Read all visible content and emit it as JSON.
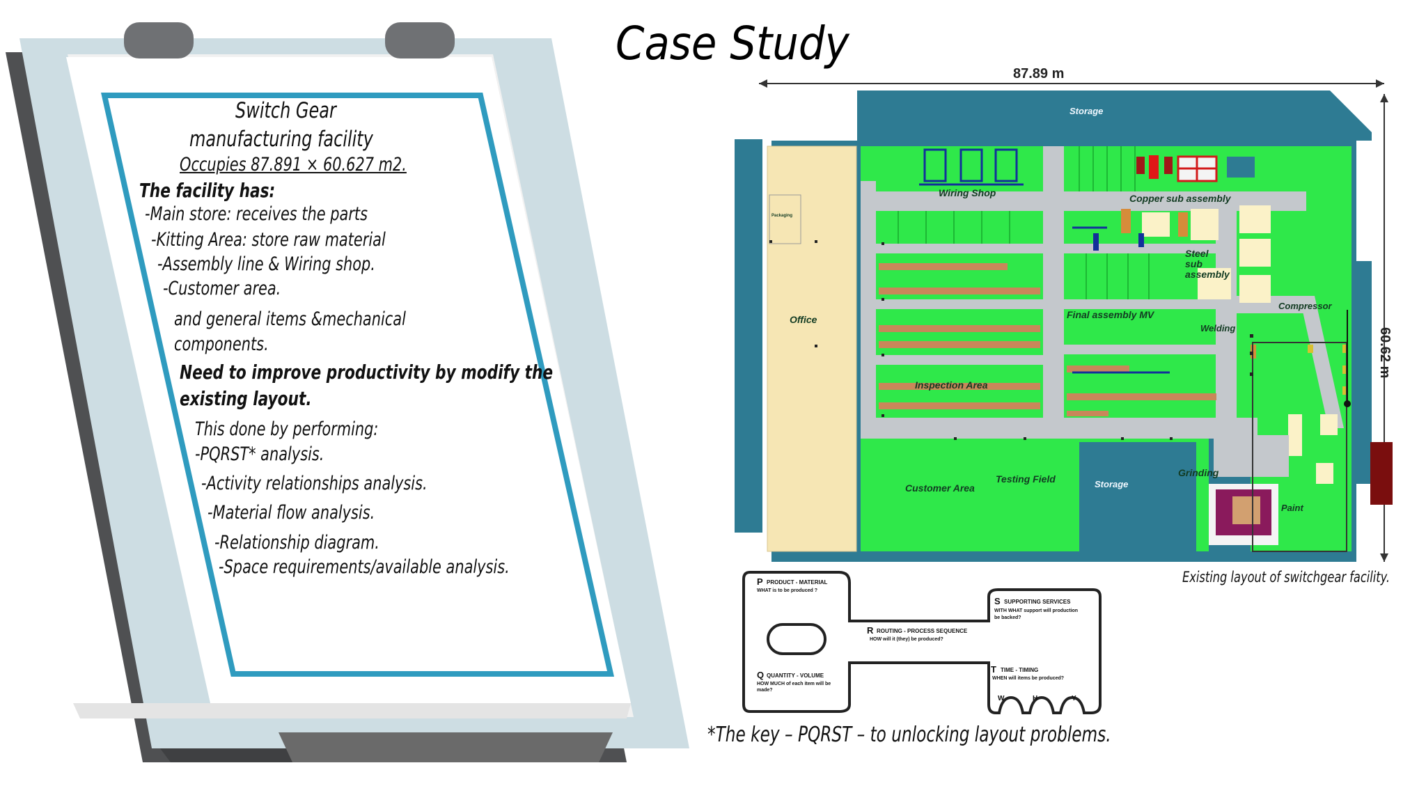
{
  "title": "Case Study",
  "clipboard": {
    "heading_line1": "Switch Gear",
    "heading_line2": "manufacturing facility",
    "occupies": "Occupies 87.891 × 60.627 m2.",
    "facility_has": "The facility has:",
    "items": [
      "-Main store: receives the parts",
      "-Kitting Area: store raw material",
      "-Assembly line & Wiring shop.",
      "-Customer area."
    ],
    "general_line1": "and general items &mechanical",
    "general_line2": "components.",
    "need_line1": "Need to improve productivity by modify the",
    "need_line2": "existing layout.",
    "done_by": "This done by performing:",
    "analyses": [
      "-PQRST* analysis.",
      "-Activity relationships analysis.",
      "-Material flow analysis.",
      "-Relationship diagram.",
      "-Space requirements/available analysis."
    ]
  },
  "layout": {
    "width_label": "87.89 m",
    "height_label": "60.62 m",
    "caption": "Existing layout of switchgear facility.",
    "areas": {
      "storage_top": "Storage",
      "packaging": "Packaging",
      "office": "Office",
      "wiring_shop": "Wiring Shop",
      "copper": "Copper sub assembly",
      "steel": "Steel sub assembly",
      "final_assembly": "Final assembly MV",
      "compressor": "Compressor",
      "welding": "Welding",
      "inspection": "Inspection Area",
      "grinding": "Grinding",
      "customer": "Customer Area",
      "testing": "Testing Field",
      "storage_bottom": "Storage",
      "paint": "Paint"
    }
  },
  "pqrst_key": {
    "p_letter": "P",
    "p_head": "PRODUCT - MATERIAL",
    "p_q": "WHAT is to be produced ?",
    "q_letter": "Q",
    "q_head": "QUANTITY - VOLUME",
    "q_q": "HOW MUCH of each item will be made?",
    "r_letter": "R",
    "r_head": "ROUTING - PROCESS SEQUENCE",
    "r_q": "HOW will it (they) be produced?",
    "s_letter": "S",
    "s_head": "SUPPORTING SERVICES",
    "s_q": "WITH WHAT support will production be backed?",
    "t_letter": "T",
    "t_head": "TIME - TIMING",
    "t_q": "WHEN will items be produced?",
    "w": "W",
    "h": "H",
    "y": "Y",
    "caption": "*The key – PQRST – to unlocking layout problems."
  },
  "colors": {
    "teal": "#2e7b93",
    "frame_blue": "#2f9bbf",
    "green": "#2fe84a",
    "aisle": "#c4c8cc",
    "office": "#f6e6b4",
    "clipboard_light": "#cddde3",
    "clipboard_dark": "#565656"
  }
}
